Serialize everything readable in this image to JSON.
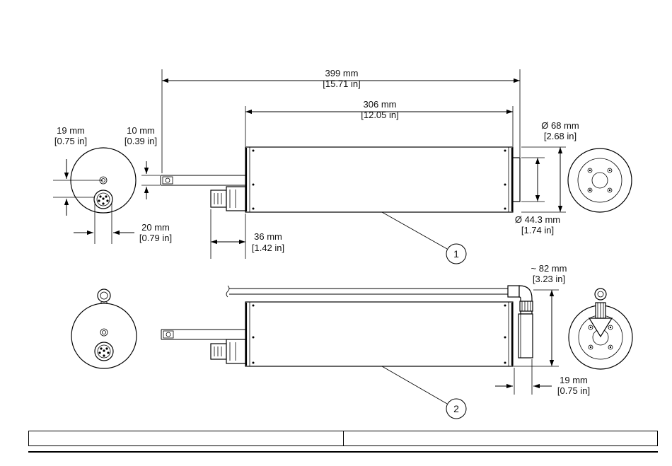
{
  "dimensions": {
    "overall_length": {
      "mm": "399 mm",
      "in": "[15.71 in]"
    },
    "body_length": {
      "mm": "306 mm",
      "in": "[12.05 in]"
    },
    "outer_diameter": {
      "mm": "Ø 68 mm",
      "in": "[2.68 in]"
    },
    "inner_diameter": {
      "mm": "Ø 44.3 mm",
      "in": "[1.74 in]"
    },
    "port_offset": {
      "mm": "19 mm",
      "in": "[0.75 in]"
    },
    "rod_height": {
      "mm": "10 mm",
      "in": "[0.39 in]"
    },
    "connector_width": {
      "mm": "20 mm",
      "in": "[0.79 in]"
    },
    "connector_length": {
      "mm": "36 mm",
      "in": "[1.42 in]"
    },
    "elbow_height": {
      "mm": "~ 82 mm",
      "in": "[3.23 in]"
    },
    "elbow_offset": {
      "mm": "19 mm",
      "in": "[0.75 in]"
    }
  },
  "callouts": [
    "1",
    "2"
  ],
  "table": {
    "left": "",
    "right": ""
  }
}
